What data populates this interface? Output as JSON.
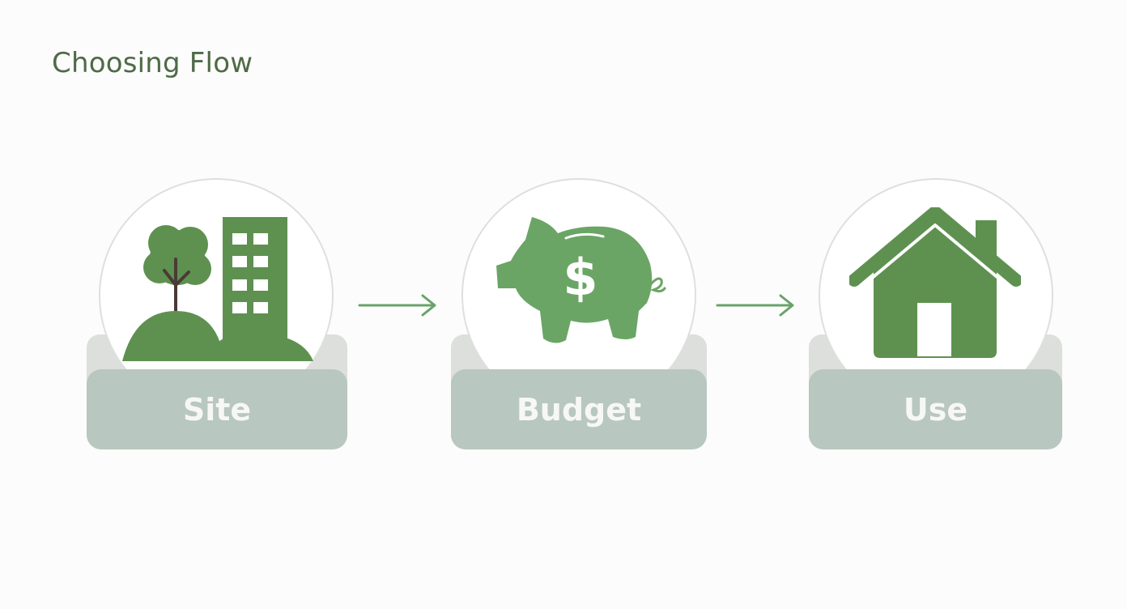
{
  "title": "Choosing Flow",
  "steps": [
    {
      "label": "Site",
      "icon": "tree-and-building-icon"
    },
    {
      "label": "Budget",
      "icon": "piggy-bank-icon"
    },
    {
      "label": "Use",
      "icon": "house-icon"
    }
  ],
  "colors": {
    "icon_green": "#5e9150",
    "icon_light_green": "#6aa565",
    "tree_trunk": "#4a3a35",
    "label_bg": "#b8c7bf",
    "label_text": "#f6f7f6",
    "arrow": "#6aa36a",
    "title": "#4f6a47"
  }
}
